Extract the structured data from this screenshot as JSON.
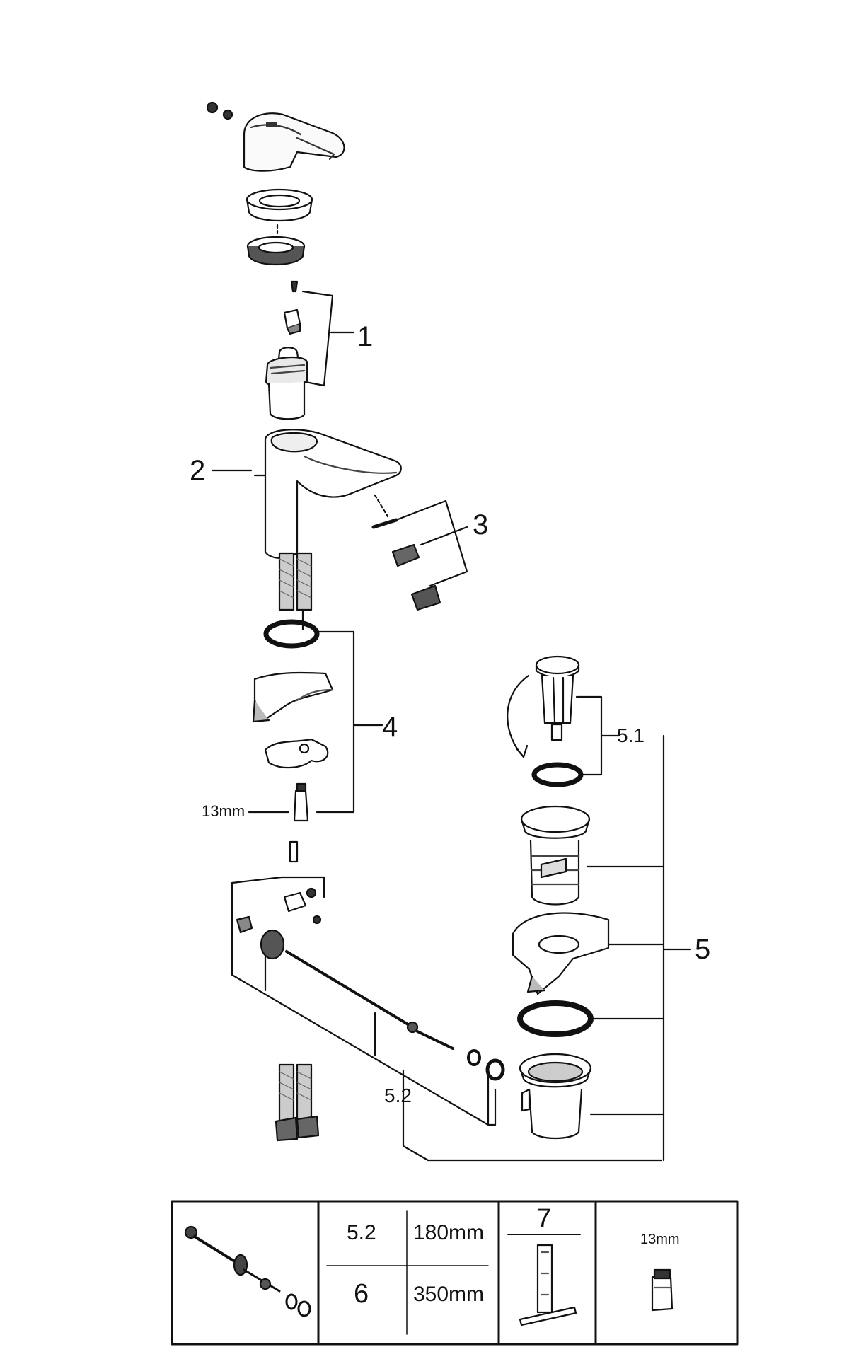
{
  "callouts": {
    "c1": "1",
    "c2": "2",
    "c3": "3",
    "c4": "4",
    "c5": "5",
    "c51": "5.1",
    "c52": "5.2",
    "wrench_size": "13mm"
  },
  "table": {
    "row1_code": "5.2",
    "row1_length": "180mm",
    "row2_code": "6",
    "row2_length": "350mm",
    "tool_number": "7",
    "fitting_size": "13mm"
  }
}
